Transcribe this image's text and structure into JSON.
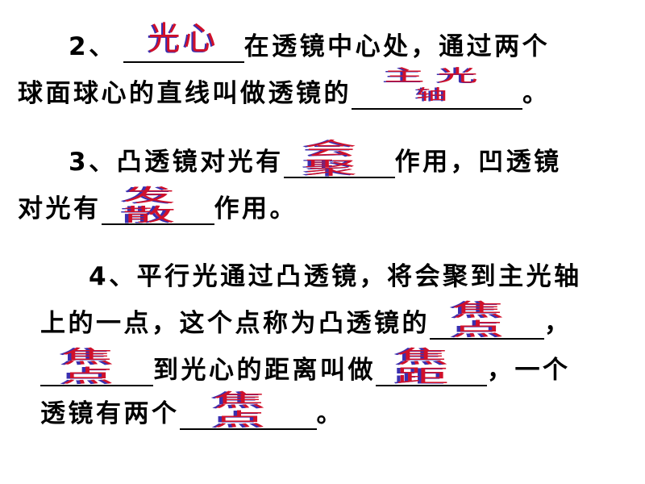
{
  "q2": {
    "prefix": "2、",
    "answer1": "光心",
    "text1": "在透镜中心处，通过两个",
    "text2": "球面球心的直线叫做透镜的",
    "answer2": [
      "主光",
      "轴"
    ],
    "end": "。"
  },
  "q3": {
    "prefix": "3、凸透镜对光有",
    "answer1": [
      "会",
      "聚"
    ],
    "text1": "作用，凹透镜",
    "text2": "对光有",
    "answer2": [
      "发",
      "散"
    ],
    "end": "作用。"
  },
  "q4": {
    "line1": "4、平行光通过凸透镜，将会聚到主光轴",
    "line2": "上的一点，这个点称为凸透镜的",
    "answer1": [
      "焦",
      "点"
    ],
    "comma1": "，",
    "answer2": [
      "焦",
      "点"
    ],
    "text3": "到光心的距离叫做",
    "answer3": [
      "焦",
      "距"
    ],
    "text3b": "，一个",
    "text4": "透镜有两个",
    "answer4": [
      "焦",
      "点"
    ],
    "end": "。"
  }
}
